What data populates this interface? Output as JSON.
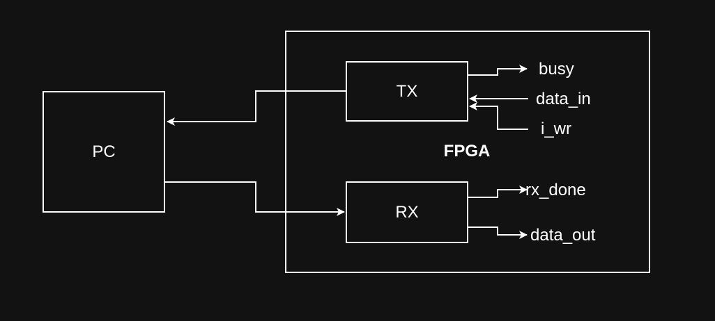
{
  "diagram": {
    "colors": {
      "background": "#121212",
      "stroke": "#ffffff",
      "text": "#ffffff"
    },
    "blocks": {
      "pc": {
        "label": "PC"
      },
      "fpga": {
        "label": "FPGA"
      },
      "tx": {
        "label": "TX"
      },
      "rx": {
        "label": "RX"
      }
    },
    "signals": {
      "busy": "busy",
      "data_in": "data_in",
      "i_wr": "i_wr",
      "rx_done": "rx_done",
      "data_out": "data_out"
    }
  }
}
